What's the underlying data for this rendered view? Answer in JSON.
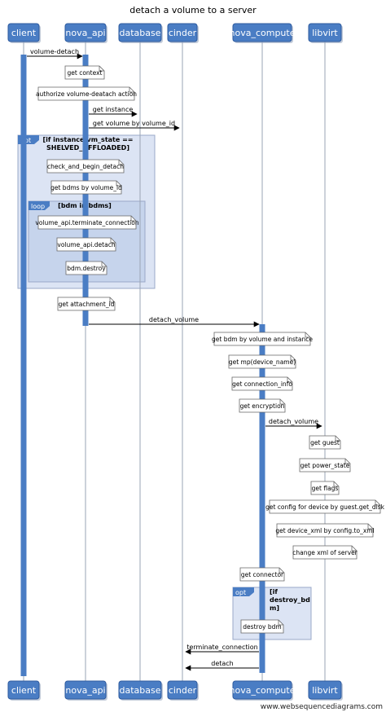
{
  "title": "detach a volume to a server",
  "watermark": "www.websequencediagrams.com",
  "colors": {
    "participant_fill": "#4a7dc4",
    "participant_stroke": "#2d5a9e",
    "participant_text": "#ffffff",
    "activation": "#4a7dc4",
    "lifeline": "#9aa4b4",
    "note_fill": "#ffffff",
    "note_stroke": "#666666",
    "fragment_outer_fill": "#dce4f4",
    "fragment_inner_fill": "#c6d4ec",
    "fragment_stroke": "#9aa8c8",
    "fragment_tab": "#4a7dc4",
    "arrow": "#000000"
  },
  "participants": [
    {
      "id": "client",
      "label": "client"
    },
    {
      "id": "nova_api",
      "label": "nova_api"
    },
    {
      "id": "database",
      "label": "database"
    },
    {
      "id": "cinder",
      "label": "cinder"
    },
    {
      "id": "nova_compute",
      "label": "nova_compute"
    },
    {
      "id": "libvirt",
      "label": "libvirt"
    }
  ],
  "messages": [
    {
      "from": "client",
      "to": "nova_api",
      "label": "volume-detach"
    },
    {
      "from": "nova_api",
      "to": "database",
      "label": "get instance"
    },
    {
      "from": "nova_api",
      "to": "cinder",
      "label": "get volume by volume_id"
    },
    {
      "from": "nova_api",
      "to": "nova_compute",
      "label": "detach_volume"
    },
    {
      "from": "nova_compute",
      "to": "libvirt",
      "label": "detach_volume"
    },
    {
      "from": "nova_compute",
      "to": "cinder",
      "label": "terminate_connection"
    },
    {
      "from": "nova_compute",
      "to": "cinder",
      "label": "detach"
    }
  ],
  "notes": [
    {
      "over": "nova_api",
      "lines": [
        "get context"
      ]
    },
    {
      "over": "nova_api",
      "lines": [
        "authorize volume-deatach action"
      ]
    },
    {
      "over": "nova_api",
      "lines": [
        "check_and_begin_detach"
      ]
    },
    {
      "over": "nova_api",
      "lines": [
        "get bdms by volume_id"
      ]
    },
    {
      "over": "nova_api",
      "lines": [
        "volume_api.terminate_connection"
      ]
    },
    {
      "over": "nova_api",
      "lines": [
        "volume_api.detach"
      ]
    },
    {
      "over": "nova_api",
      "lines": [
        "bdm.destroy"
      ]
    },
    {
      "over": "nova_api",
      "lines": [
        "get attachment_id"
      ]
    },
    {
      "over": "nova_compute",
      "lines": [
        "get bdm by volume and instance"
      ]
    },
    {
      "over": "nova_compute",
      "lines": [
        "get mp(device_name)"
      ]
    },
    {
      "over": "nova_compute",
      "lines": [
        "get connection_info"
      ]
    },
    {
      "over": "nova_compute",
      "lines": [
        "get encryption"
      ]
    },
    {
      "over": "libvirt",
      "lines": [
        "get guest"
      ]
    },
    {
      "over": "libvirt",
      "lines": [
        "get power_state"
      ]
    },
    {
      "over": "libvirt",
      "lines": [
        "get flags"
      ]
    },
    {
      "over": "libvirt",
      "lines": [
        "get config for device by guest.get_disk"
      ]
    },
    {
      "over": "libvirt",
      "lines": [
        "get device_xml by config.to_xml"
      ]
    },
    {
      "over": "libvirt",
      "lines": [
        "change xml of server"
      ]
    },
    {
      "over": "nova_compute",
      "lines": [
        "get connector"
      ]
    },
    {
      "over": "nova_compute",
      "lines": [
        "destroy bdm"
      ]
    }
  ],
  "fragments": [
    {
      "kind": "opt",
      "guard_lines": [
        "[if instance.vm_state ==",
        "SHELVED_OFFLOADED]"
      ]
    },
    {
      "kind": "loop",
      "guard_lines": [
        "[bdm in bdms]"
      ]
    },
    {
      "kind": "opt",
      "guard_lines": [
        "[if",
        "destroy_bd",
        "m]"
      ]
    }
  ]
}
